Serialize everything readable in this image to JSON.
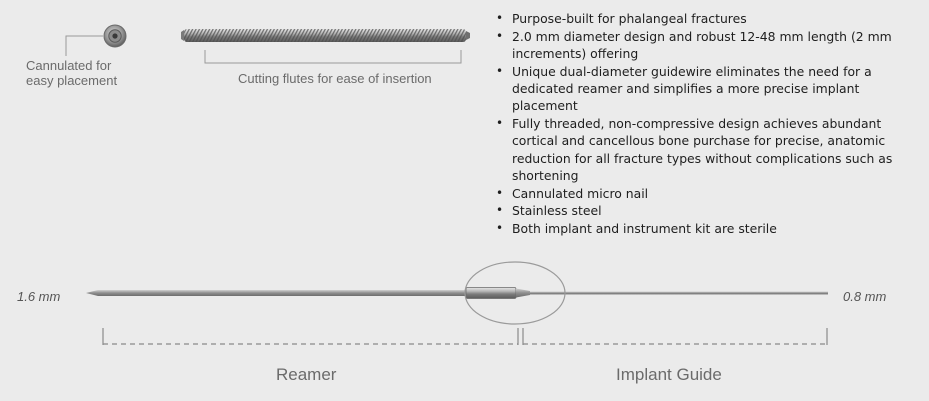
{
  "callouts": {
    "cannulated": "Cannulated for easy placement",
    "cutting_flutes": "Cutting flutes for ease of insertion"
  },
  "features": [
    "Purpose-built for phalangeal fractures",
    "2.0 mm diameter design and robust 12-48 mm length (2 mm increments) offering",
    "Unique dual-diameter guidewire eliminates the need for a dedicated reamer and simplifies a more precise implant placement",
    "Fully threaded, non-compressive design achieves abundant cortical and cancellous bone purchase for precise, anatomic reduction for all fracture types without complications such as shortening",
    "Cannulated micro nail",
    "Stainless steel",
    "Both implant and instrument kit are sterile"
  ],
  "guidewire": {
    "left_diameter": "1.6 mm",
    "right_diameter": "0.8 mm",
    "left_section": "Reamer",
    "right_section": "Implant Guide"
  },
  "colors": {
    "background": "#ebebeb",
    "metal": "#9a9a9a",
    "line": "#8a8a8a"
  }
}
